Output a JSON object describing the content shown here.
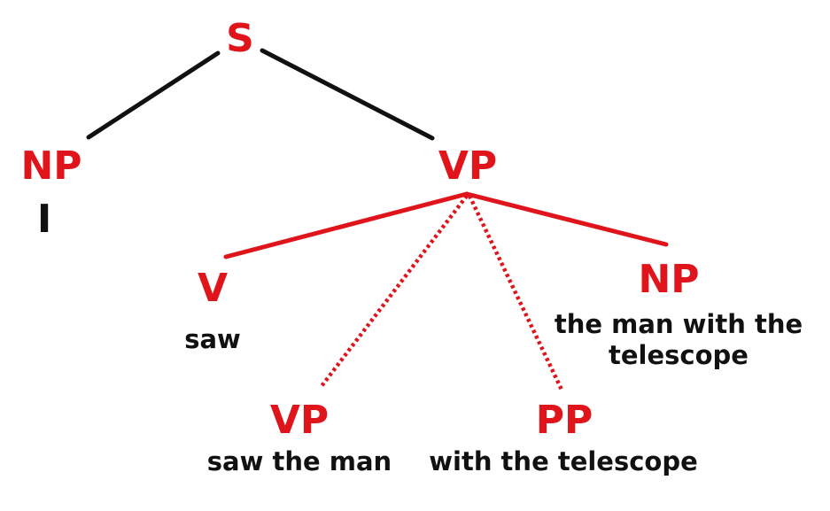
{
  "colors": {
    "category": "#e0151c",
    "word": "#111111",
    "edge_primary": "#111111",
    "edge_highlight": "#e0151c",
    "background": "#ffffff"
  },
  "tree": {
    "root": {
      "label": "S"
    },
    "subject": {
      "label": "NP",
      "word": "I"
    },
    "predicate": {
      "label": "VP"
    },
    "verb": {
      "label": "V",
      "word": "saw"
    },
    "object_np": {
      "label": "NP",
      "word": "the man with the telescope"
    },
    "alt_vp": {
      "label": "VP",
      "word": "saw the man"
    },
    "alt_pp": {
      "label": "PP",
      "word": "with the telescope"
    }
  },
  "edges": [
    {
      "from": "root",
      "to": "subject",
      "style": "solid",
      "color": "black"
    },
    {
      "from": "root",
      "to": "predicate",
      "style": "solid",
      "color": "black"
    },
    {
      "from": "predicate",
      "to": "verb",
      "style": "solid",
      "color": "red"
    },
    {
      "from": "predicate",
      "to": "object_np",
      "style": "solid",
      "color": "red"
    },
    {
      "from": "predicate",
      "to": "alt_vp",
      "style": "dotted",
      "color": "red"
    },
    {
      "from": "predicate",
      "to": "alt_pp",
      "style": "dotted",
      "color": "red"
    }
  ]
}
